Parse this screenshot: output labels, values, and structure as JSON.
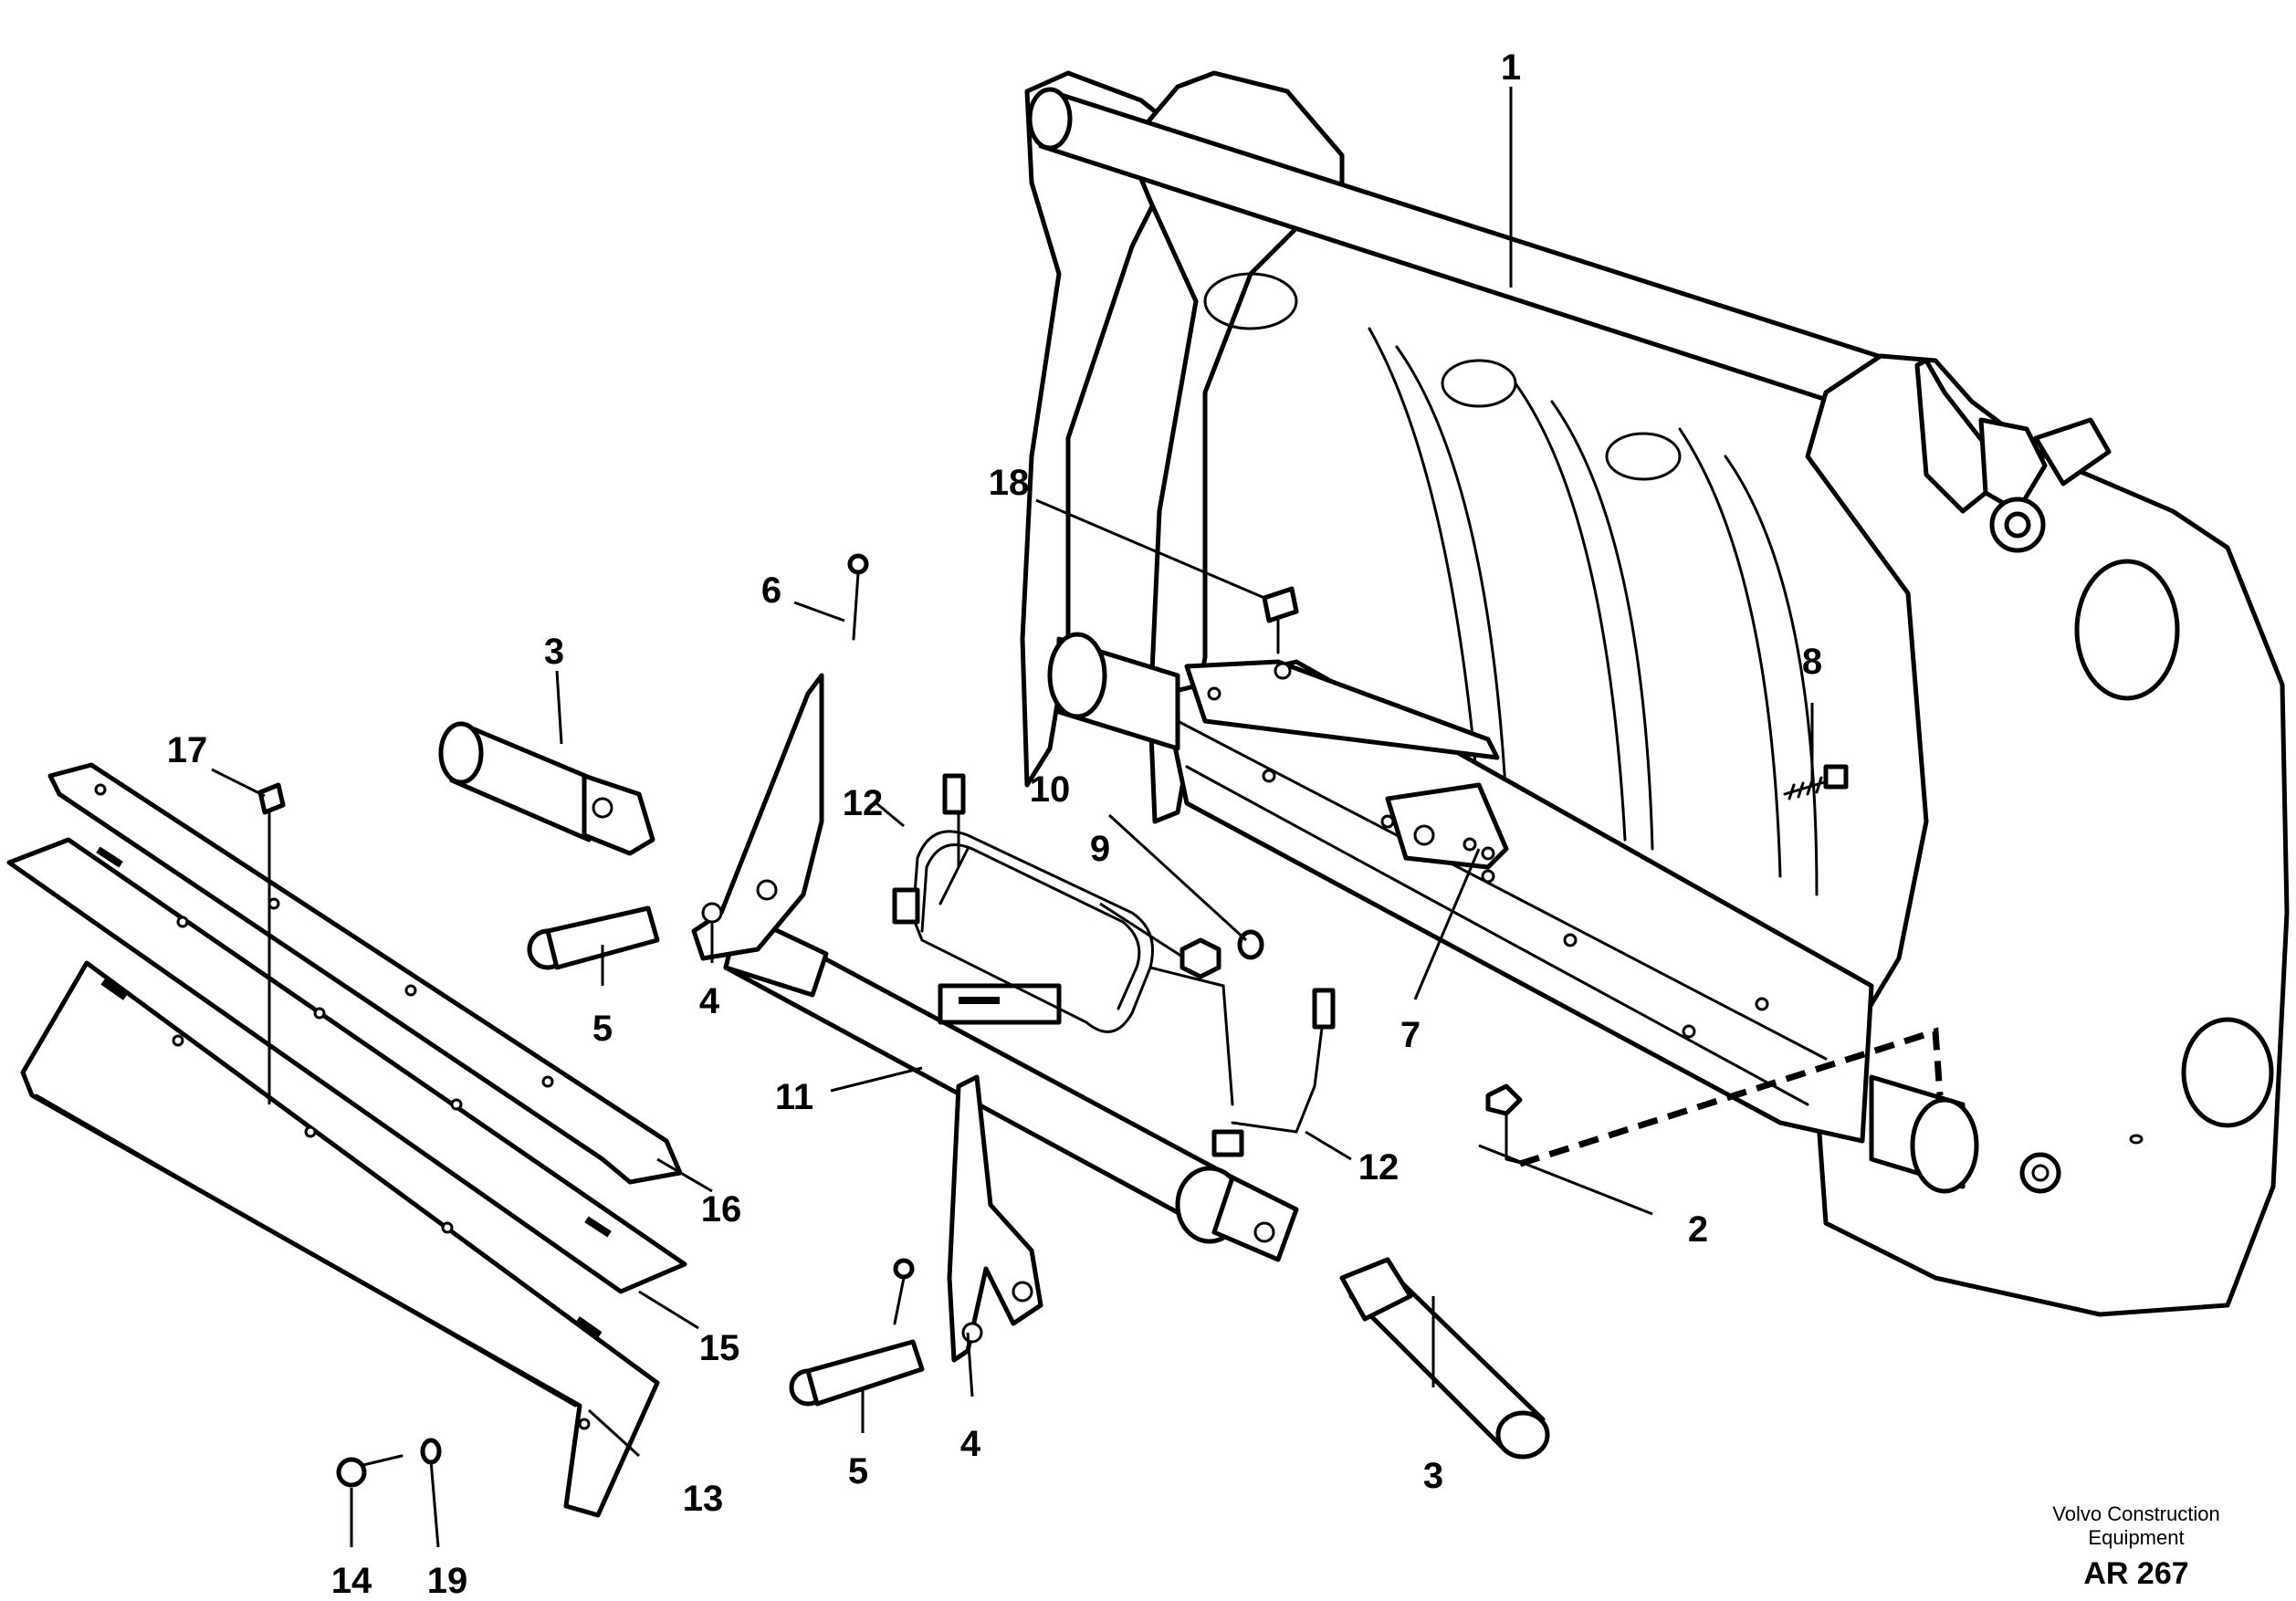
{
  "callouts": [
    {
      "id": "c1",
      "label": "1"
    },
    {
      "id": "c2",
      "label": "2"
    },
    {
      "id": "c3a",
      "label": "3"
    },
    {
      "id": "c3b",
      "label": "3"
    },
    {
      "id": "c4a",
      "label": "4"
    },
    {
      "id": "c4b",
      "label": "4"
    },
    {
      "id": "c5a",
      "label": "5"
    },
    {
      "id": "c5b",
      "label": "5"
    },
    {
      "id": "c6",
      "label": "6"
    },
    {
      "id": "c7",
      "label": "7"
    },
    {
      "id": "c8",
      "label": "8"
    },
    {
      "id": "c9",
      "label": "9"
    },
    {
      "id": "c10",
      "label": "10"
    },
    {
      "id": "c11",
      "label": "11"
    },
    {
      "id": "c12a",
      "label": "12"
    },
    {
      "id": "c12b",
      "label": "12"
    },
    {
      "id": "c13",
      "label": "13"
    },
    {
      "id": "c14",
      "label": "14"
    },
    {
      "id": "c15",
      "label": "15"
    },
    {
      "id": "c16",
      "label": "16"
    },
    {
      "id": "c17",
      "label": "17"
    },
    {
      "id": "c18",
      "label": "18"
    },
    {
      "id": "c19",
      "label": "19"
    }
  ],
  "footer": {
    "brand_line1": "Volvo Construction",
    "brand_line2": "Equipment",
    "drawing_code": "AR 267"
  }
}
